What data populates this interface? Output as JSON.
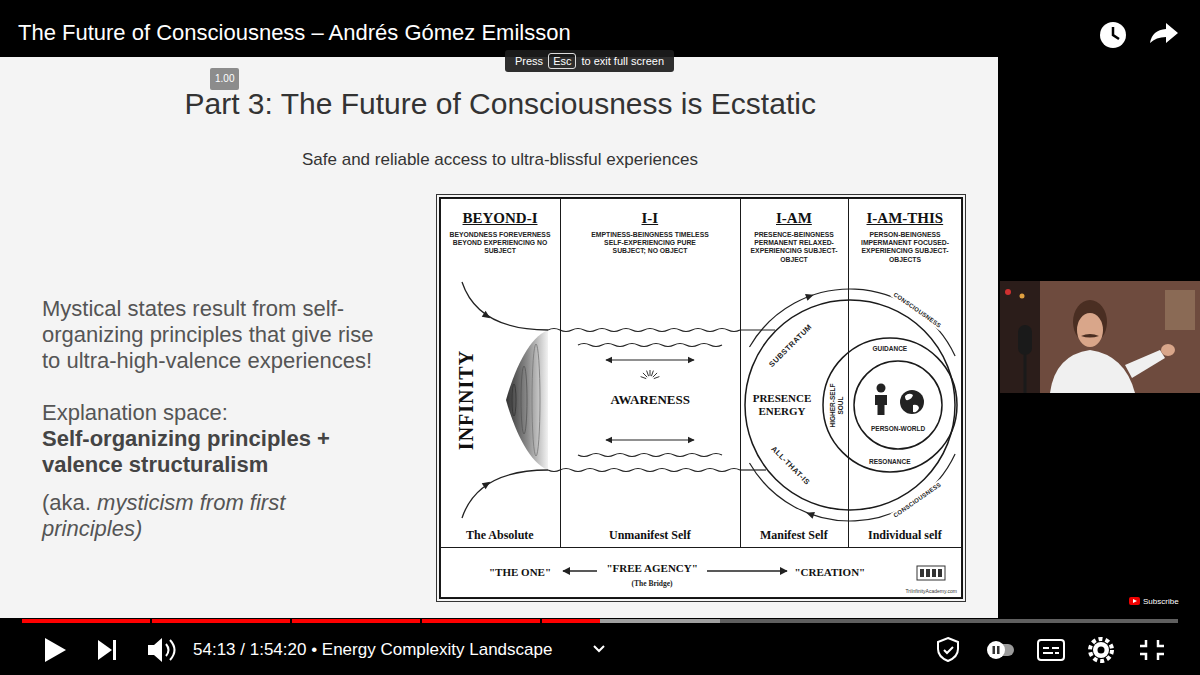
{
  "diagram": {
    "title": "Part 3: The Future of Consciousness is Ecstatic",
    "nodes": [
      {
        "text": [
          "BEYOND-I",
          "BEYONDNESS FOREVERNESS BEYOND EXPERIENCING NO SUBJECT",
          "The Absolute"
        ]
      },
      {
        "text": [
          "I-I",
          "EMPTINESS-BEINGNESS TIMELESS SELF-EXPERIENCING PURE SUBJECT; NO OBJECT",
          "Unmanifest Self"
        ]
      },
      {
        "text": [
          "I-AM",
          "PRESENCE-BEINGNESS PERMANENT RELAXED-EXPERIENCING SUBJECT-OBJECT",
          "Manifest Self"
        ]
      },
      {
        "text": [
          "I-AM-THIS",
          "PERSON-BEINGNESS IMPERMANENT FOCUSED-EXPERIENCING SUBJECT-OBJECTS",
          "Individual self"
        ]
      },
      {
        "text": [
          "PRESENCE ENERGY",
          "SUBSTRATUM",
          "ALL-THAT-IS"
        ]
      },
      {
        "text": [
          "HIGHER-SELF SOUL",
          "GUIDANCE",
          "RESONANCE"
        ],
        "in": 4
      },
      {
        "text": [
          "PERSON-WORLD"
        ],
        "in": 5
      },
      {
        "text": [
          "\"THE ONE\"",
          "\"FREE AGENCY\"",
          "(The Bridge)",
          "\"CREATION\"",
          "TriInfinityAcademy.com"
        ]
      }
    ],
    "labels": [
      "The Future of Consciousness – Andrés Gómez Emilsson",
      "Press",
      "Esc",
      "to exit full screen",
      "1.00",
      "Safe and reliable access to ultra-blissful experiences",
      "Mystical states result from self-organizing principles that give rise to ultra-high-valence experiences!",
      "Explanation space:",
      "Self-organizing principles + valence structuralism",
      "(aka.",
      "mysticism from first principles)",
      "INFINITY",
      "AWARENESS",
      "CONSCIOUSNESS",
      "CONSCIOUSNESS",
      "Subscribe",
      "54:13 / 1:54:20 • Energy Complexity Landscape"
    ]
  }
}
